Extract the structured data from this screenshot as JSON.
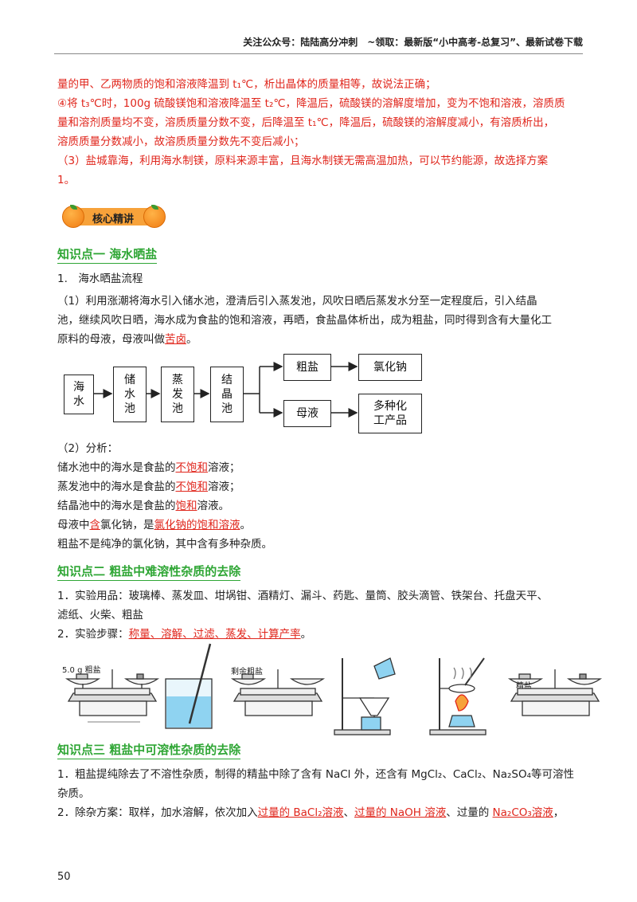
{
  "header": {
    "text": "关注公众号：陆陆高分冲刺　~领取：最新版“小中高考-总复习”、最新试卷下载"
  },
  "intro": {
    "l1": "量的甲、乙两物质的饱和溶液降温到 t₁℃，析出晶体的质量相等，故说法正确；",
    "l2": "④将 t₃℃时，100g 硫酸镁饱和溶液降温至 t₂℃，降温后，硫酸镁的溶解度增加，变为不饱和溶液，溶质质",
    "l3": "量和溶剂质量均不变，溶质质量分数不变，后降温至 t₁℃，降温后，硫酸镁的溶解度减小，有溶质析出，",
    "l4": "溶质质量分数减小，故溶质质量分数先不变后减小；",
    "l5": "（3）盐城靠海，利用海水制镁，原料来源丰富，且海水制镁无需高温加热，可以节约能源，故选择方案",
    "l6": "1。"
  },
  "badge": {
    "label": "核心精讲"
  },
  "kp1": {
    "title": "知识点一  海水晒盐",
    "s1": "1.　海水晒盐流程",
    "p1": "（1）利用涨潮将海水引入储水池，澄清后引入蒸发池，风吹日晒后蒸发水分至一定程度后，引入结晶",
    "p2": "池，继续风吹日晒，海水成为食盐的饱和溶液，再晒，食盐晶体析出，成为粗盐，同时得到含有大量化工",
    "p3_pre": "原料的母液，母液叫做",
    "p3_ans": "苦卤",
    "p3_post": "。",
    "flow": {
      "seawater": "海\n水",
      "storage": "储\n水\n池",
      "evap": "蒸\n发\n池",
      "cryst": "结\n晶\n池",
      "crude": "粗盐",
      "nacl": "氯化钠",
      "mother": "母液",
      "chem": "多种化\n工产品"
    },
    "a0": "（2）分析：",
    "a1_pre": "储水池中的海水是食盐的",
    "a1_ans": "不饱和",
    "a1_post": "溶液；",
    "a2_pre": "蒸发池中的海水是食盐的",
    "a2_ans": "不饱和",
    "a2_post": "溶液；",
    "a3_pre": "结晶池中的海水是食盐的",
    "a3_ans": "饱和",
    "a3_post": "溶液。",
    "a4_pre": "母液中",
    "a4_ans1": "含",
    "a4_mid": "氯化钠，是",
    "a4_ans2": "氯化钠的饱和溶液",
    "a4_post": "。",
    "a5": "粗盐不是纯净的氯化钠，其中含有多种杂质。"
  },
  "kp2": {
    "title": "知识点二  粗盐中难溶性杂质的去除",
    "m1": "1．实验用品：玻璃棒、蒸发皿、坩埚钳、酒精灯、漏斗、药匙、量筒、胶头滴管、铁架台、托盘天平、",
    "m2": "滤纸、火柴、粗盐",
    "st_pre": "2．实验步骤：",
    "st_ans": "称量、溶解、过滤、蒸发、计算产率",
    "st_post": "。",
    "img_labels": {
      "i1": "5.0 g 粗盐",
      "i3": "剩余粗盐",
      "i6": "精盐"
    }
  },
  "kp3": {
    "title": "知识点三  粗盐中可溶性杂质的去除",
    "b1": "1．粗盐提纯除去了不溶性杂质，制得的精盐中除了含有 NaCl 外，还含有 MgCl₂、CaCl₂、Na₂SO₄等可溶性",
    "b2": "杂质。",
    "c_pre": "2．除杂方案：取样，加水溶解，依次加入",
    "c_ans1": "过量的 BaCl₂溶液",
    "c_sep1": "、",
    "c_ans2": "过量的 NaOH 溶液",
    "c_sep2": "、过量的 ",
    "c_ans3": "Na₂CO₃溶液",
    "c_post": "，"
  },
  "footer": {
    "page": "50"
  }
}
